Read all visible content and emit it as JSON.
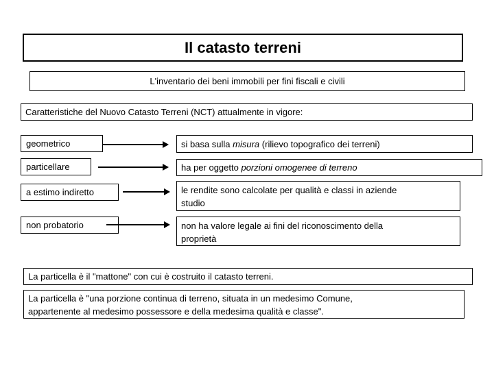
{
  "slide": {
    "title": "Il catasto terreni",
    "subtitle": "L'inventario dei beni immobili per fini fiscali e civili",
    "characteristics_heading": "Caratteristiche del Nuovo Catasto Terreni (NCT) attualmente in vigore:",
    "rows": [
      {
        "label": "geometrico",
        "desc_prefix": "si basa sulla ",
        "desc_italic": "misura",
        "desc_suffix": " (rilievo topografico dei terreni)"
      },
      {
        "label": "particellare",
        "desc_prefix": "ha per oggetto ",
        "desc_italic": "porzioni omogenee di terreno",
        "desc_suffix": ""
      },
      {
        "label": "a estimo indiretto",
        "desc_line1": "le rendite sono calcolate per qualità e classi in aziende",
        "desc_line2": "studio"
      },
      {
        "label": "non probatorio",
        "desc_line1": "non ha valore legale ai fini del riconoscimento della",
        "desc_line2": "proprietà"
      }
    ],
    "notes": [
      {
        "lines": [
          "La particella è il \"mattone\" con cui è costruito il catasto terreni."
        ]
      },
      {
        "lines": [
          "La particella è \"una porzione continua di terreno, situata in un medesimo Comune,",
          "appartenente al medesimo possessore e della medesima qualità e classe\"."
        ]
      }
    ],
    "colors": {
      "background": "#ffffff",
      "border": "#000000",
      "text": "#000000"
    }
  }
}
